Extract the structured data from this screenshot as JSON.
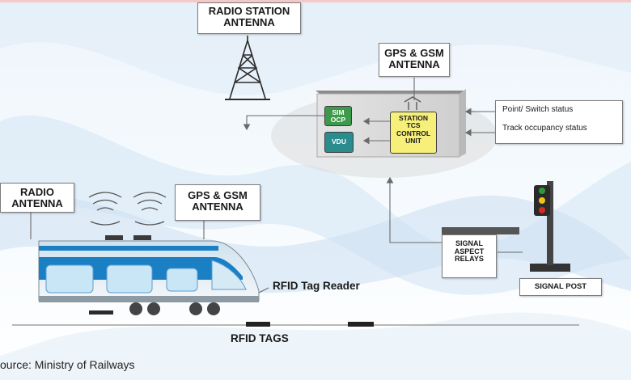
{
  "labels": {
    "radio_station_antenna": [
      "RADIO STATION",
      "ANTENNA"
    ],
    "gps_gsm_station": [
      "GPS & GSM",
      "ANTENNA"
    ],
    "point_switch_status": "Point/ Switch status",
    "track_occupancy_status": "Track occupancy status",
    "sim_ocp": [
      "SIM",
      "OCP"
    ],
    "vdu": "VDU",
    "station_tcs": [
      "STATION",
      "TCS",
      "CONTROL",
      "UNIT"
    ],
    "radio_antenna": [
      "RADIO",
      "ANTENNA"
    ],
    "gps_gsm_train": [
      "GPS & GSM",
      "ANTENNA"
    ],
    "rfid_tag_reader": "RFID Tag Reader",
    "rfid_tags": "RFID TAGS",
    "signal_aspect_relays": [
      "SIGNAL",
      "ASPECT",
      "RELAYS"
    ],
    "signal_post": "SIGNAL POST",
    "source": "ource: Ministry of Railways"
  },
  "colors": {
    "sim_ocp": "#3e9a4a",
    "vdu": "#2a8c8c",
    "station_tcs": "#f6f07a",
    "train_blue": "#1b7fc4",
    "signal_red": "#d62a1e",
    "signal_yellow": "#f2c21a",
    "signal_green": "#2f9a3a"
  },
  "icons": [
    "radio-tower-icon",
    "antenna-icon",
    "radio-wave-icon",
    "train-icon",
    "signal-post-icon"
  ]
}
